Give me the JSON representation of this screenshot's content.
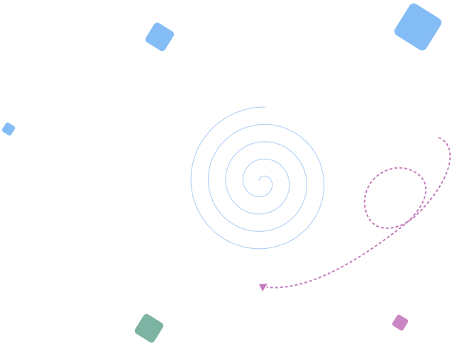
{
  "colors": {
    "blue_shape": "#84bdf5",
    "green_shape": "#7cb3a2",
    "pink_shape": "#c986c2",
    "spiral_stroke": "#a9cbf5",
    "arrow_stroke": "#c47cbd"
  },
  "shapes": [
    {
      "name": "blue-square-top-left",
      "color": "blue_shape"
    },
    {
      "name": "blue-square-top-right",
      "color": "blue_shape"
    },
    {
      "name": "blue-square-small-left",
      "color": "blue_shape"
    },
    {
      "name": "green-square-bottom",
      "color": "green_shape"
    },
    {
      "name": "pink-square-bottom-right",
      "color": "pink_shape"
    }
  ]
}
